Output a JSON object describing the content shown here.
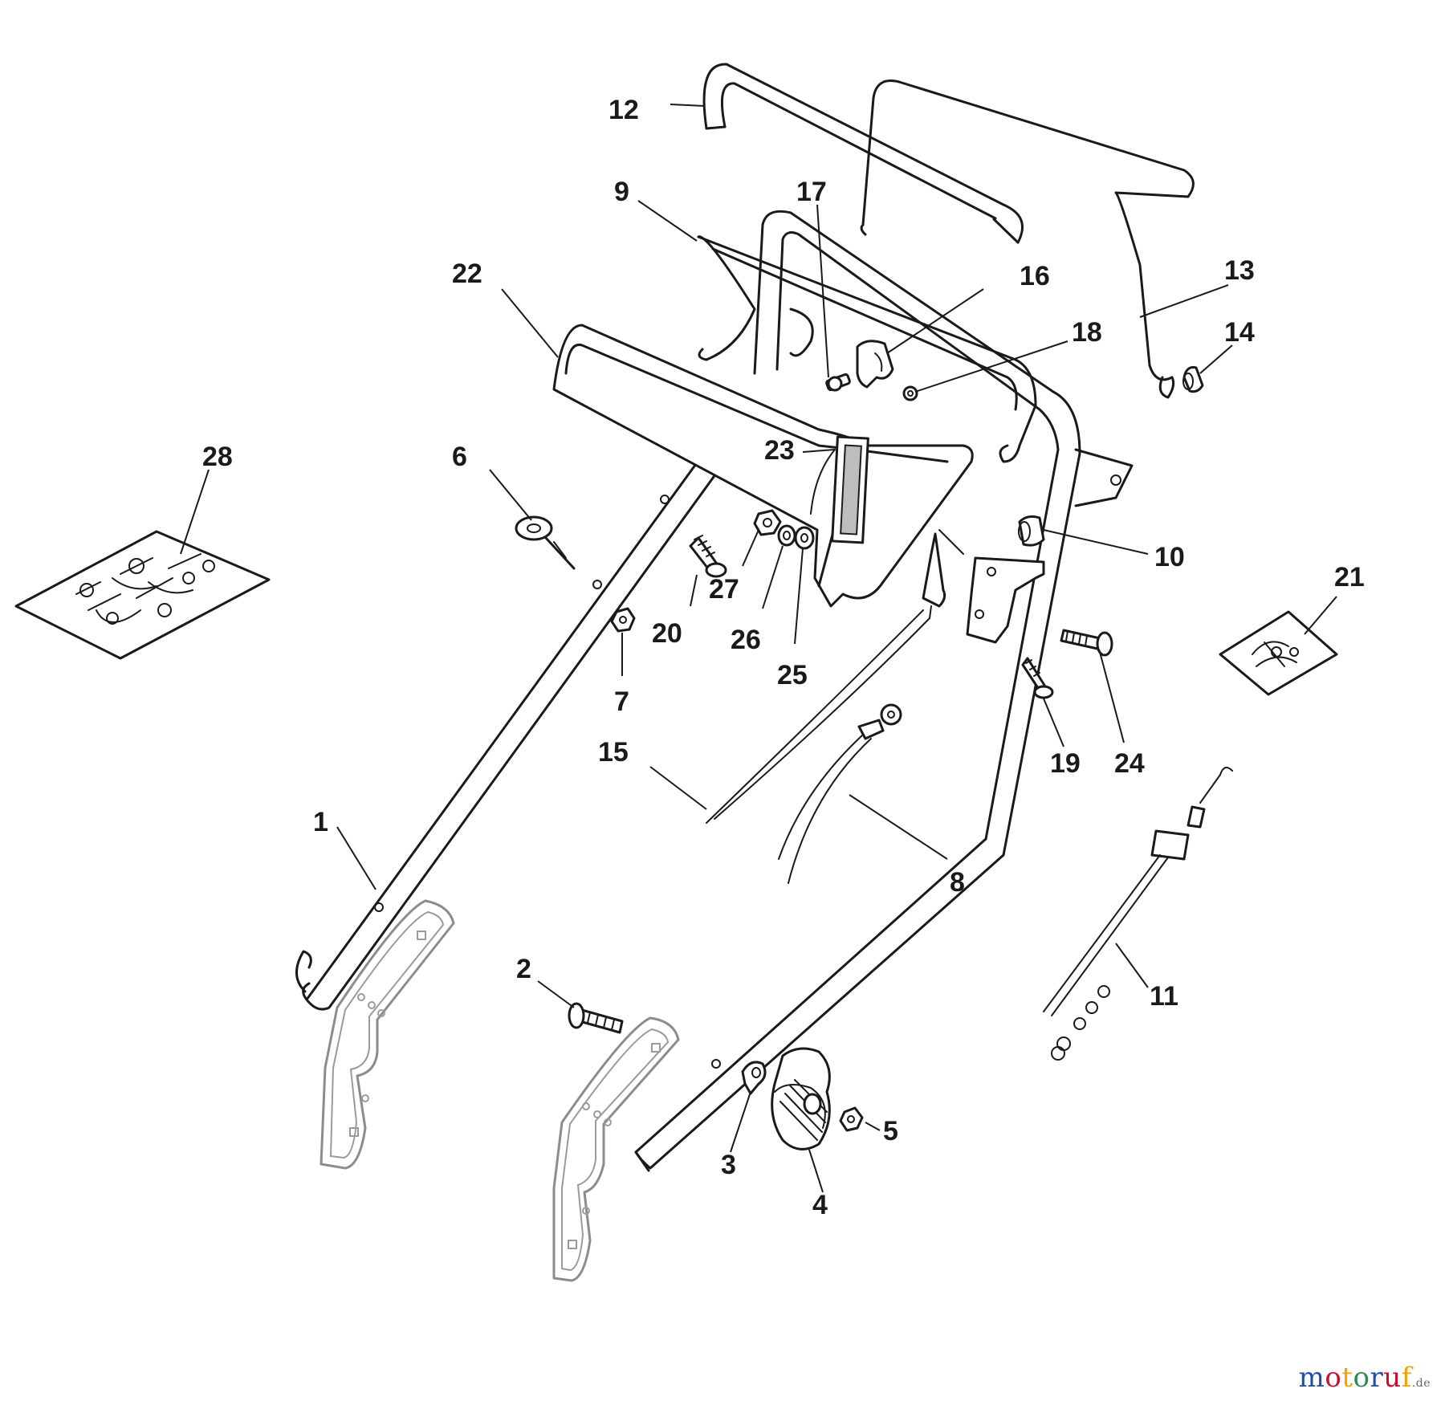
{
  "colors": {
    "ink": "#1a1a1a",
    "pale_part": "#8c8c8c",
    "watermark": [
      "#1f4fa3",
      "#c8102e",
      "#f0a400",
      "#2e8b57",
      "#1f4fa3",
      "#c8102e",
      "#f0a400"
    ]
  },
  "callouts": [
    {
      "id": "1",
      "label": "1"
    },
    {
      "id": "2",
      "label": "2"
    },
    {
      "id": "3",
      "label": "3"
    },
    {
      "id": "4",
      "label": "4"
    },
    {
      "id": "5",
      "label": "5"
    },
    {
      "id": "6",
      "label": "6"
    },
    {
      "id": "7",
      "label": "7"
    },
    {
      "id": "8",
      "label": "8"
    },
    {
      "id": "9",
      "label": "9"
    },
    {
      "id": "10",
      "label": "10"
    },
    {
      "id": "11",
      "label": "11"
    },
    {
      "id": "12",
      "label": "12"
    },
    {
      "id": "13",
      "label": "13"
    },
    {
      "id": "14",
      "label": "14"
    },
    {
      "id": "15",
      "label": "15"
    },
    {
      "id": "16",
      "label": "16"
    },
    {
      "id": "17",
      "label": "17"
    },
    {
      "id": "18",
      "label": "18"
    },
    {
      "id": "19",
      "label": "19"
    },
    {
      "id": "20",
      "label": "20"
    },
    {
      "id": "21",
      "label": "21"
    },
    {
      "id": "22",
      "label": "22"
    },
    {
      "id": "23",
      "label": "23"
    },
    {
      "id": "24",
      "label": "24"
    },
    {
      "id": "25",
      "label": "25"
    },
    {
      "id": "26",
      "label": "26"
    },
    {
      "id": "27",
      "label": "27"
    },
    {
      "id": "28",
      "label": "28"
    }
  ],
  "watermark": {
    "text": "motoruf",
    "suffix": ".de"
  }
}
